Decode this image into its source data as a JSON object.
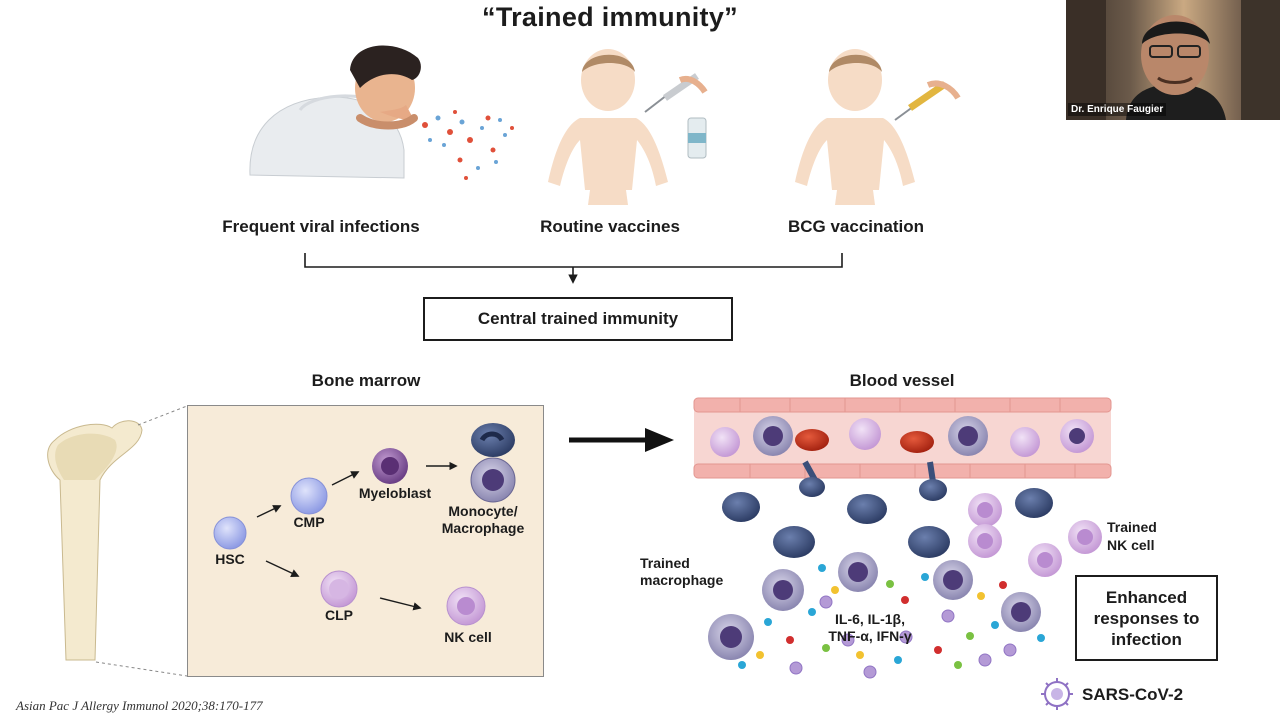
{
  "title": "“Trained immunity”",
  "sources": [
    {
      "label": "Frequent viral infections"
    },
    {
      "label": "Routine vaccines"
    },
    {
      "label": "BCG vaccination"
    }
  ],
  "central_box": "Central trained immunity",
  "bone_marrow": {
    "title": "Bone marrow",
    "cells": {
      "hsc": "HSC",
      "cmp": "CMP",
      "clp": "CLP",
      "myeloblast": "Myeloblast",
      "monocyte_line1": "Monocyte/",
      "monocyte_line2": "Macrophage",
      "nk": "NK cell"
    }
  },
  "blood_vessel": {
    "title": "Blood vessel",
    "trained_macrophage_line1": "Trained",
    "trained_macrophage_line2": "macrophage",
    "trained_nk_line1": "Trained",
    "trained_nk_line2": "NK cell",
    "cytokines_line1": "IL-6, IL-1β,",
    "cytokines_line2": "TNF-α, IFN-γ",
    "enhanced": "Enhanced responses to infection",
    "virus_legend": "SARS-CoV-2"
  },
  "citation": "Asian Pac J Allergy Immunol 2020;38:170-177",
  "participant": {
    "name": "Dr. Enrique Faugier"
  },
  "colors": {
    "vessel_wall": "#f2b9b6",
    "marrow_bg": "#f7ebd9",
    "stem_cell": "#a9b4ee",
    "myeloid": "#8b5ea3",
    "monocyte": "#3b4f7a",
    "nk": "#c79bd8"
  }
}
